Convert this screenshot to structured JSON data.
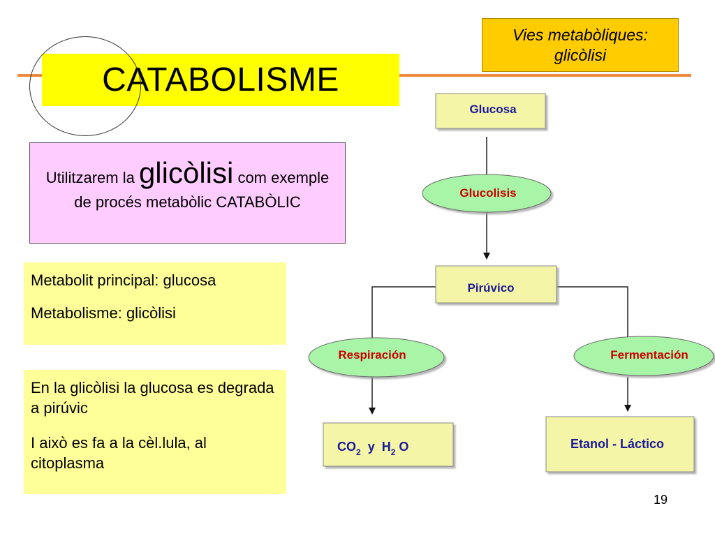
{
  "slide": {
    "title": "CATABOLISME",
    "corner_label": {
      "line1": "Vies metabòliques:",
      "line2": "glicòlisi"
    },
    "intro": {
      "prefix": "Utilitzarem la ",
      "highlight": "glicòlisi",
      "suffix": " com exemple de procés metabòlic CATABÒLIC"
    },
    "box1": {
      "line1": "Metabolit principal: glucosa",
      "line2": "Metabolisme: glicòlisi"
    },
    "box2": {
      "para1": "En la glicòlisi la glucosa es degrada a pirúvic",
      "para2": "I això es fa a la cèl.lula, al citoplasma"
    },
    "page_number": "19"
  },
  "diagram": {
    "nodes": {
      "glucosa": "Glucosa",
      "glucolisis": "Glucolisis",
      "piruvico": "Pirúvico",
      "respiracion": "Respiración",
      "fermentacion": "Fermentación",
      "etanol": "Etanol - Láctico",
      "co2_co": "CO",
      "co2_sub": "2",
      "y": "y",
      "h2o_h": "H",
      "h2o_sub": "2",
      "h2o_o": "O"
    },
    "colors": {
      "box_fill": "#f5f5a8",
      "ellipse_fill": "#a8f5a8",
      "node_text": "#1a1a99",
      "process_text": "#cc0000"
    }
  }
}
